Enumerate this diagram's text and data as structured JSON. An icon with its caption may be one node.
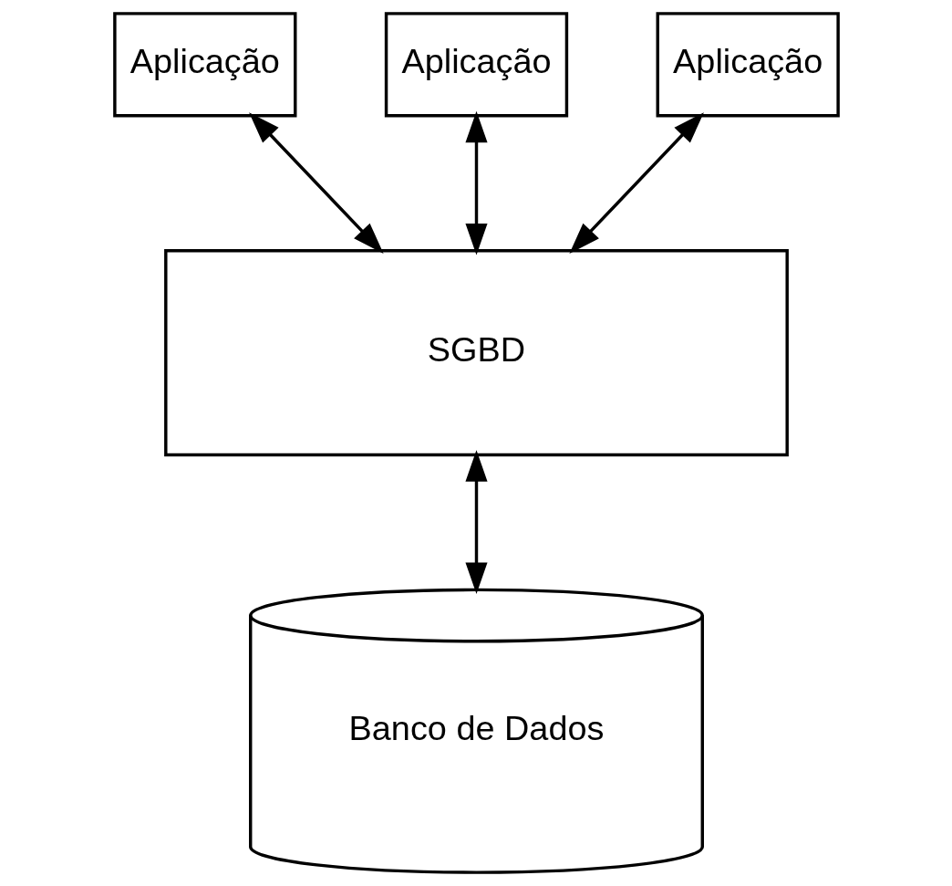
{
  "diagram": {
    "nodes": [
      {
        "text": [
          "Aplicação"
        ]
      },
      {
        "text": [
          "Aplicação"
        ]
      },
      {
        "text": [
          "Aplicação"
        ]
      },
      {
        "text": [
          "SGBD"
        ]
      },
      {
        "text": [
          "Banco de Dados"
        ]
      }
    ],
    "edges": [
      {
        "from": 0,
        "to": 3,
        "arrow": "both"
      },
      {
        "from": 1,
        "to": 3,
        "arrow": "both"
      },
      {
        "from": 2,
        "to": 3,
        "arrow": "both"
      },
      {
        "from": 3,
        "to": 4,
        "arrow": "both"
      }
    ]
  }
}
